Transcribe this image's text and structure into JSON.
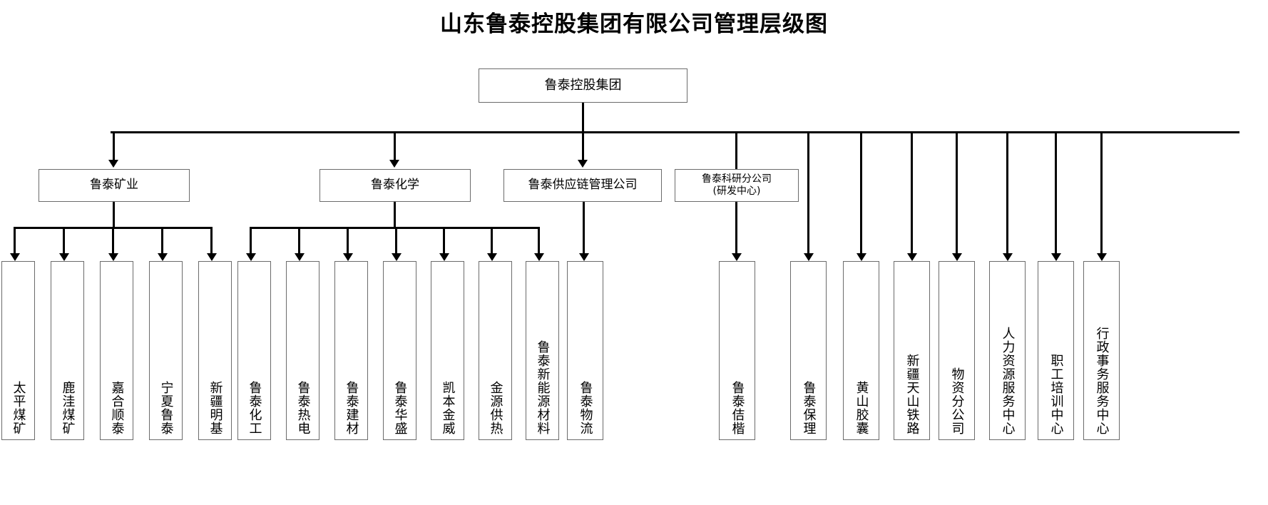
{
  "title": "山东鲁泰控股集团有限公司管理层级图",
  "root": {
    "label": "鲁泰控股集团"
  },
  "divisions": [
    {
      "id": "mining",
      "label": "鲁泰矿业"
    },
    {
      "id": "chemical",
      "label": "鲁泰化学"
    },
    {
      "id": "supply",
      "label": "鲁泰供应链管理公司"
    },
    {
      "id": "research",
      "label": "鲁泰科研分公司\n(研发中心)",
      "line1": "鲁泰科研分公司",
      "line2": "(研发中心)"
    }
  ],
  "mining_children": [
    {
      "label": "太平煤矿"
    },
    {
      "label": "鹿洼煤矿"
    },
    {
      "label": "嘉合顺泰"
    },
    {
      "label": "宁夏鲁泰"
    },
    {
      "label": "新疆明基"
    }
  ],
  "chemical_children": [
    {
      "label": "鲁泰化工"
    },
    {
      "label": "鲁泰热电"
    },
    {
      "label": "鲁泰建材"
    },
    {
      "label": "鲁泰华盛"
    },
    {
      "label": "凯本金威"
    },
    {
      "label": "金源供热"
    },
    {
      "label": "鲁泰新能源材料"
    }
  ],
  "supply_children": [
    {
      "label": "鲁泰物流"
    }
  ],
  "research_children": [
    {
      "label": "鲁泰佶楷"
    }
  ],
  "group_children": [
    {
      "label": "鲁泰保理"
    },
    {
      "label": "黄山胶囊"
    },
    {
      "label": "新疆天山铁路"
    },
    {
      "label": "物资分公司"
    },
    {
      "label": "人力资源服务中心"
    },
    {
      "label": "职工培训中心"
    },
    {
      "label": "行政事务服务中心"
    }
  ],
  "colors": {
    "box_border": "#6b6b6b",
    "connector": "#000000",
    "background": "#ffffff",
    "text": "#000000"
  }
}
